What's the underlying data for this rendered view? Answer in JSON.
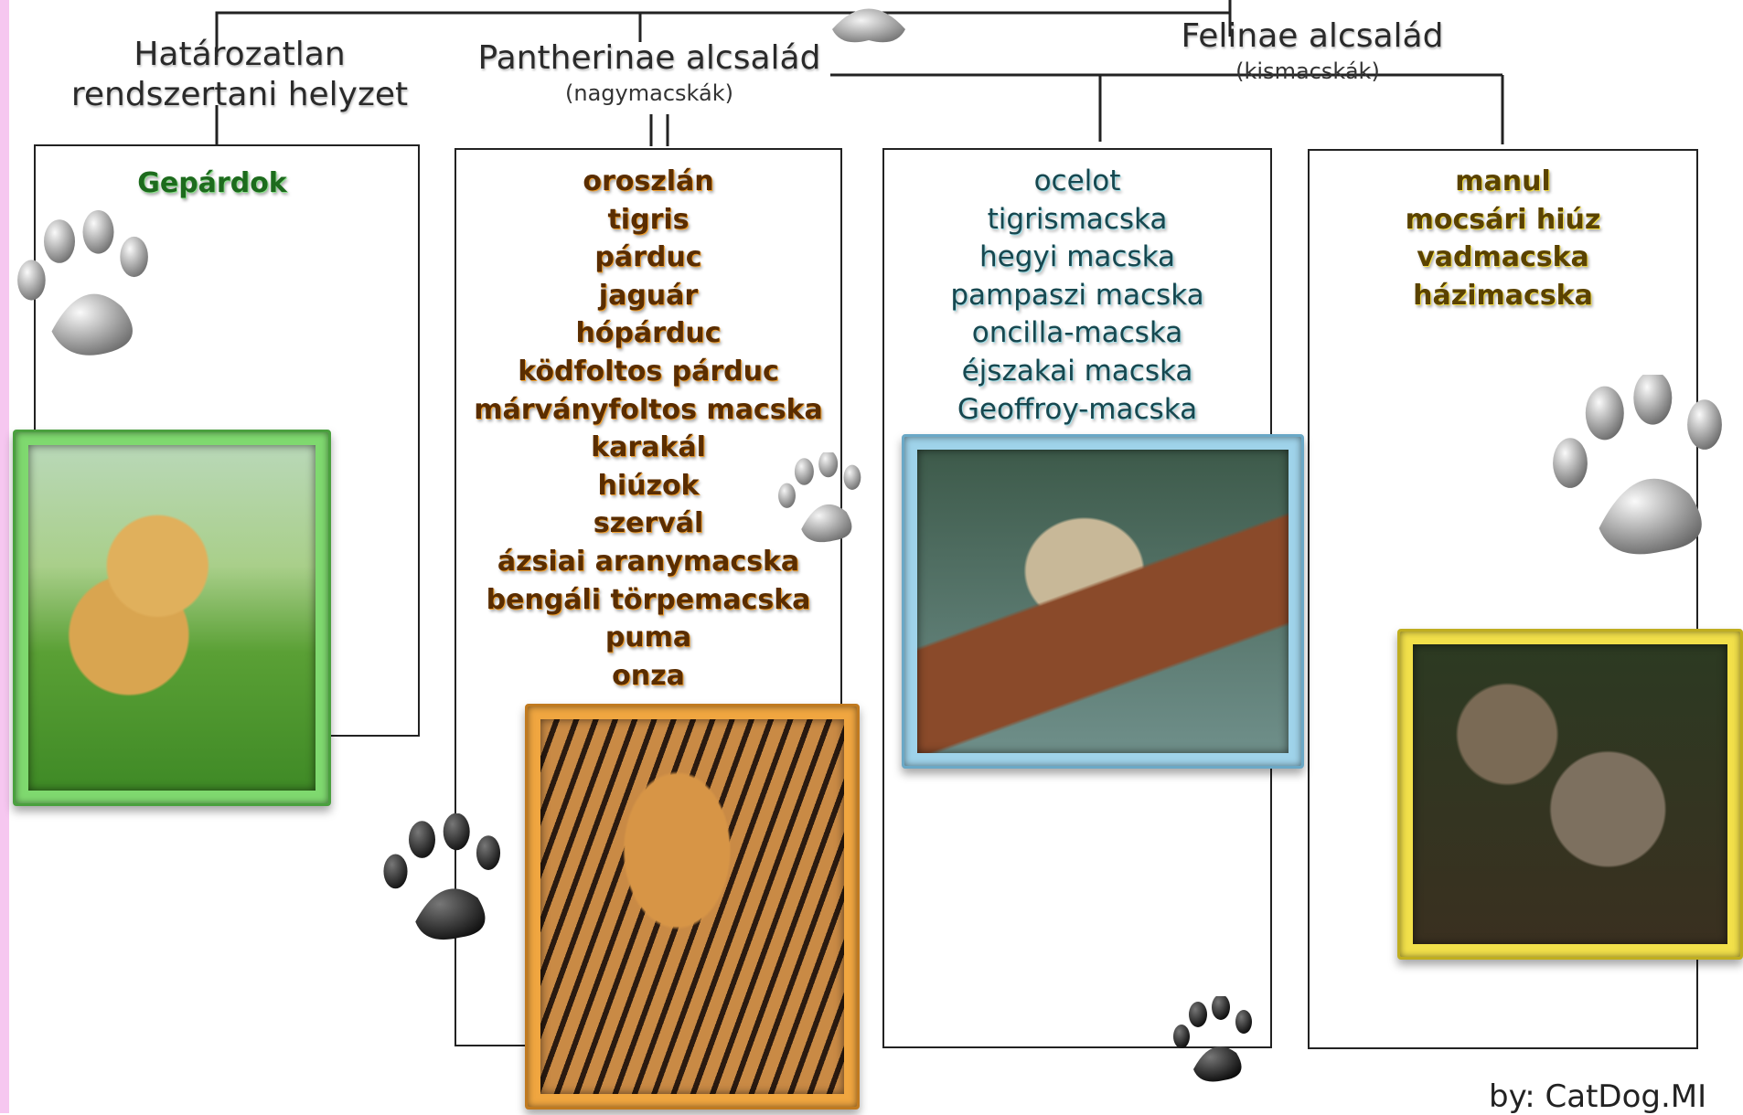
{
  "groups": {
    "undetermined": {
      "title_line1": "Határozatlan",
      "title_line2": "rendszertani helyzet"
    },
    "pantherinae": {
      "title": "Pantherinae alcsalád",
      "subtitle": "(nagymacskák)"
    },
    "felinae": {
      "title": "Felinae alcsalád",
      "subtitle": "(kismacskák)"
    }
  },
  "boxes": {
    "cheetahs": {
      "species": [
        "Gepárdok"
      ],
      "color": "#1d6b1d",
      "photo_icon": "cheetah-photo"
    },
    "big_cats": {
      "species": [
        "oroszlán",
        "tigris",
        "párduc",
        "jaguár",
        "hópárduc",
        "ködfoltos párduc",
        "márványfoltos macska",
        "karakál",
        "hiúzok",
        "szervál",
        "ázsiai aranymacska",
        "bengáli törpemacska",
        "puma",
        "onza"
      ],
      "color": "#5a2d00",
      "photo_icon": "tiger-photo"
    },
    "small_cats_1": {
      "species": [
        "ocelot",
        "tigrismacska",
        "hegyi macska",
        "pampaszi macska",
        "oncilla-macska",
        "éjszakai macska",
        "Geoffroy-macska"
      ],
      "color": "#17474f",
      "photo_icon": "ocelot-photo"
    },
    "small_cats_2": {
      "species": [
        "manul",
        "mocsári hiúz",
        "vadmacska",
        "házimacska"
      ],
      "color": "#5a4200",
      "photo_icon": "wildcat-kittens-photo"
    }
  },
  "frame_colors": {
    "green": "#7fd96f",
    "orange": "#f0a640",
    "blue": "#9fd3ea",
    "yellow": "#f2e04a"
  },
  "icons": [
    "paw-print-icon"
  ],
  "credit": "by: CatDog.MI"
}
